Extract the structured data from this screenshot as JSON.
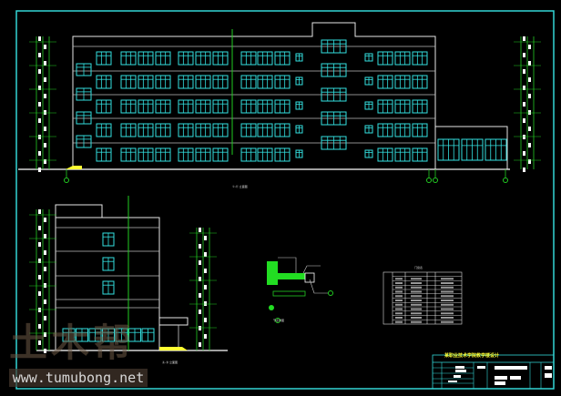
{
  "drawing": {
    "title_block_heading": "某职业技术学院教学楼设计",
    "front_elevation_label": "①-⑪ 立面图",
    "side_elevation_label": "Ⓐ-Ⓓ 立面图",
    "detail_label": "节点详图",
    "table_title": "门窗表",
    "colors": {
      "background": "#000000",
      "frame": "#33d6d6",
      "building": "#e6e6e6",
      "window": "#33e0e0",
      "dimension": "#22cc22",
      "ground": "#ffff33"
    }
  },
  "watermark": {
    "logo": "土木帮",
    "url": "www.tumubong.net"
  }
}
